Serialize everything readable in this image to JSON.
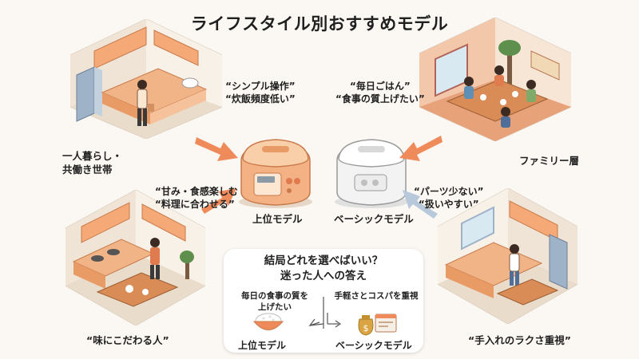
{
  "title": "ライフスタイル別おすすめモデル",
  "personas": {
    "single": "一人暮らし・\n共働き世帯",
    "family": "ファミリー層",
    "taste": "“味にこだわる人”",
    "easy": "“手入れのラクさ重視”"
  },
  "quotes": {
    "simple": "“シンプル操作”\n“炊飯頻度低い”",
    "daily": "“毎日ごはん”\n“食事の質上げたい”",
    "sweet": "“甘み・食感楽しむ\n“料理に合わせる”",
    "parts": "“パーツ少ない”\n“扱いやすい”"
  },
  "models": {
    "premium": "上位モデル",
    "basic": "ベーシックモデル"
  },
  "answer_box": {
    "question": "結局どれを選べばいい？\n迷った人への答え",
    "left_need": "毎日の食事の質を\n上げたい",
    "right_need": "手軽さとコスパを重視",
    "left_result": "上位モデル",
    "right_result": "ベーシックモデル"
  },
  "colors": {
    "accent": "#ef8a5b",
    "premium_body": "#f4b183",
    "basic_body": "#f3f3f3",
    "arrow_blue": "#b8c9dc"
  }
}
